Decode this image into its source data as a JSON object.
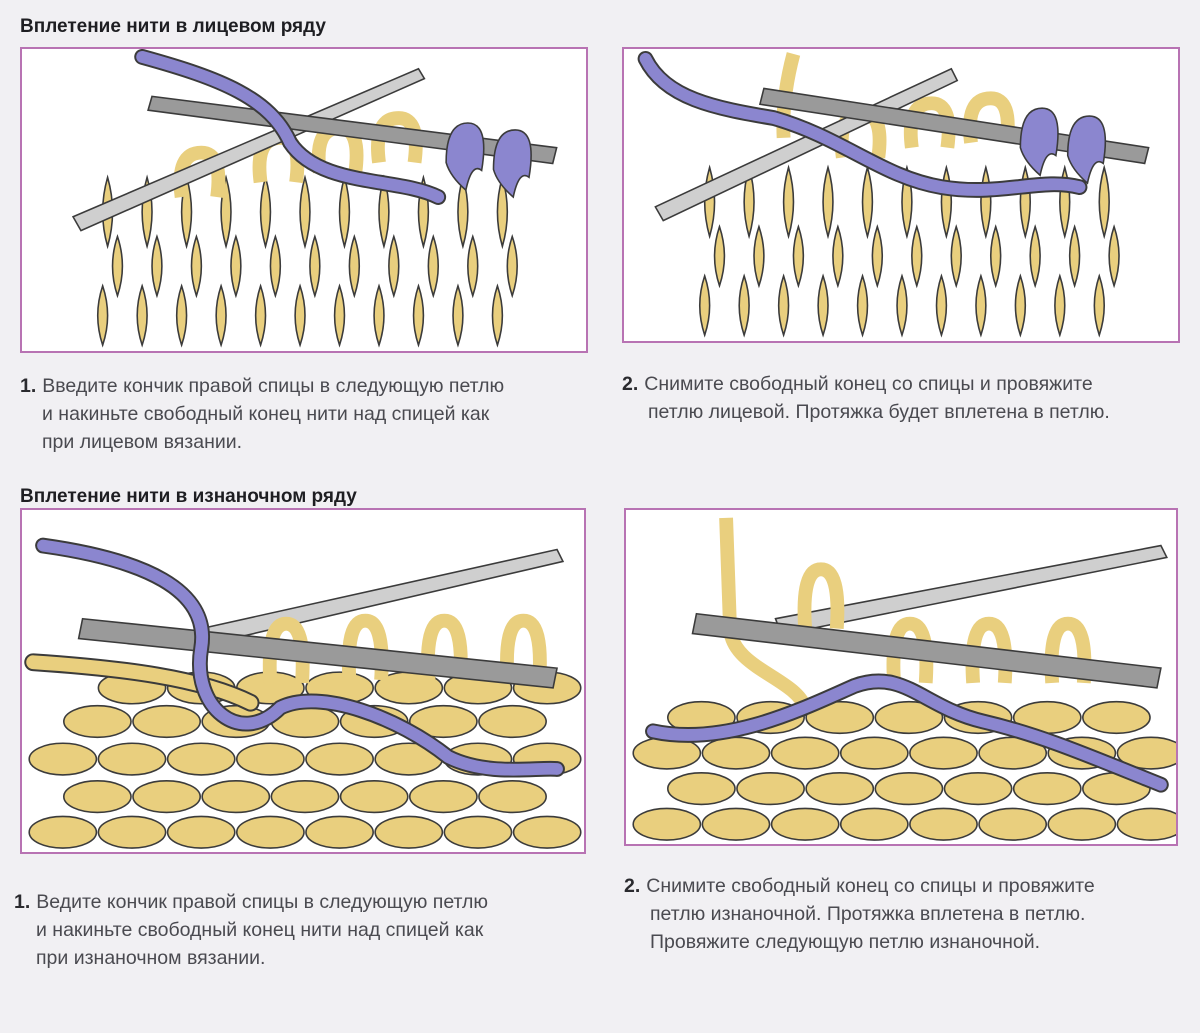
{
  "sections": [
    {
      "title": "Вплетение нити в лицевом ряду",
      "steps": [
        {
          "number": "1.",
          "lines": [
            "Введите кончик правой спицы в следующую петлю",
            "и накиньте свободный конец нити над спицей как",
            "при лицевом вязании."
          ]
        },
        {
          "number": "2.",
          "lines": [
            "Снимите свободный конец со спицы и провяжите",
            "петлю лицевой. Протяжка будет вплетена в петлю."
          ]
        }
      ]
    },
    {
      "title": "Вплетение нити в изнаночном ряду",
      "steps": [
        {
          "number": "1.",
          "lines": [
            "Ведите кончик правой спицы в следующую петлю",
            "и накиньте свободный конец нити над спицей как",
            "при изнаночном вязании."
          ]
        },
        {
          "number": "2.",
          "lines": [
            "Снимите свободный конец со спицы и провяжите",
            "петлю изнаночной. Протяжка вплетена в петлю.",
            "Провяжите следующую петлю изнаночной."
          ]
        }
      ]
    }
  ],
  "colors": {
    "yarn": "#e9cf7e",
    "contrast_yarn": "#8b86cf",
    "needle": "#9a9a9a",
    "panel_border": "#b873b3"
  }
}
